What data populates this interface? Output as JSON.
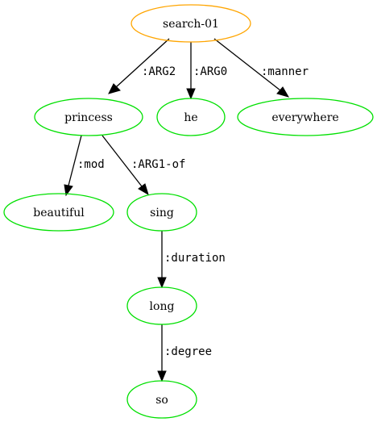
{
  "colors": {
    "root": "#ffa500",
    "node": "#00e000",
    "edge": "#000000"
  },
  "nodes": {
    "search": "search-01",
    "princess": "princess",
    "he": "he",
    "everywhere": "everywhere",
    "beautiful": "beautiful",
    "sing": "sing",
    "long": "long",
    "so": "so"
  },
  "edges": {
    "arg2": ":ARG2",
    "arg0": ":ARG0",
    "manner": ":manner",
    "mod": ":mod",
    "arg1_of": ":ARG1-of",
    "duration": ":duration",
    "degree": ":degree"
  }
}
